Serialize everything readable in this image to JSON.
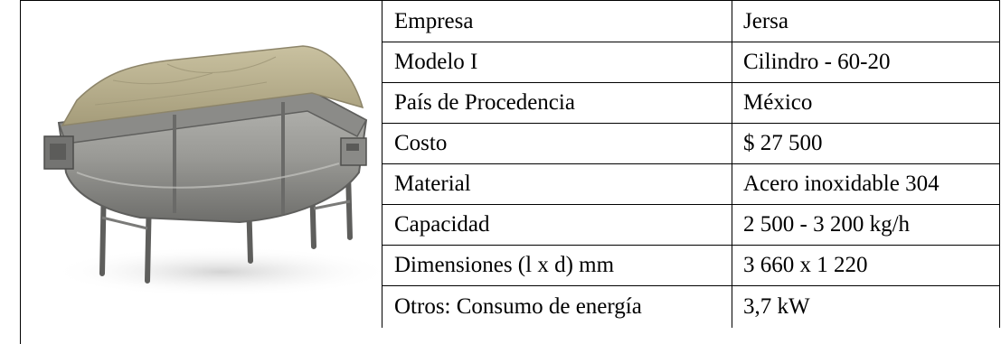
{
  "image": {
    "icon": "stainless-rotary-drum-washer",
    "colors": {
      "body": "#9a9a96",
      "cover": "#b9b08e",
      "frame": "#7c7c7a"
    }
  },
  "specs": [
    {
      "label": "Empresa",
      "value": "Jersa"
    },
    {
      "label": "Modelo I",
      "value": "Cilindro - 60-20"
    },
    {
      "label": "País de Procedencia",
      "value": "México"
    },
    {
      "label": "Costo",
      "value": "$ 27 500"
    },
    {
      "label": "Material",
      "value": "Acero inoxidable 304"
    },
    {
      "label": "Capacidad",
      "value": "2 500 - 3 200 kg/h"
    },
    {
      "label": "Dimensiones (l x d) mm",
      "value": "3 660 x 1 220"
    },
    {
      "label": "Otros: Consumo de energía",
      "value": "3,7 kW"
    }
  ]
}
